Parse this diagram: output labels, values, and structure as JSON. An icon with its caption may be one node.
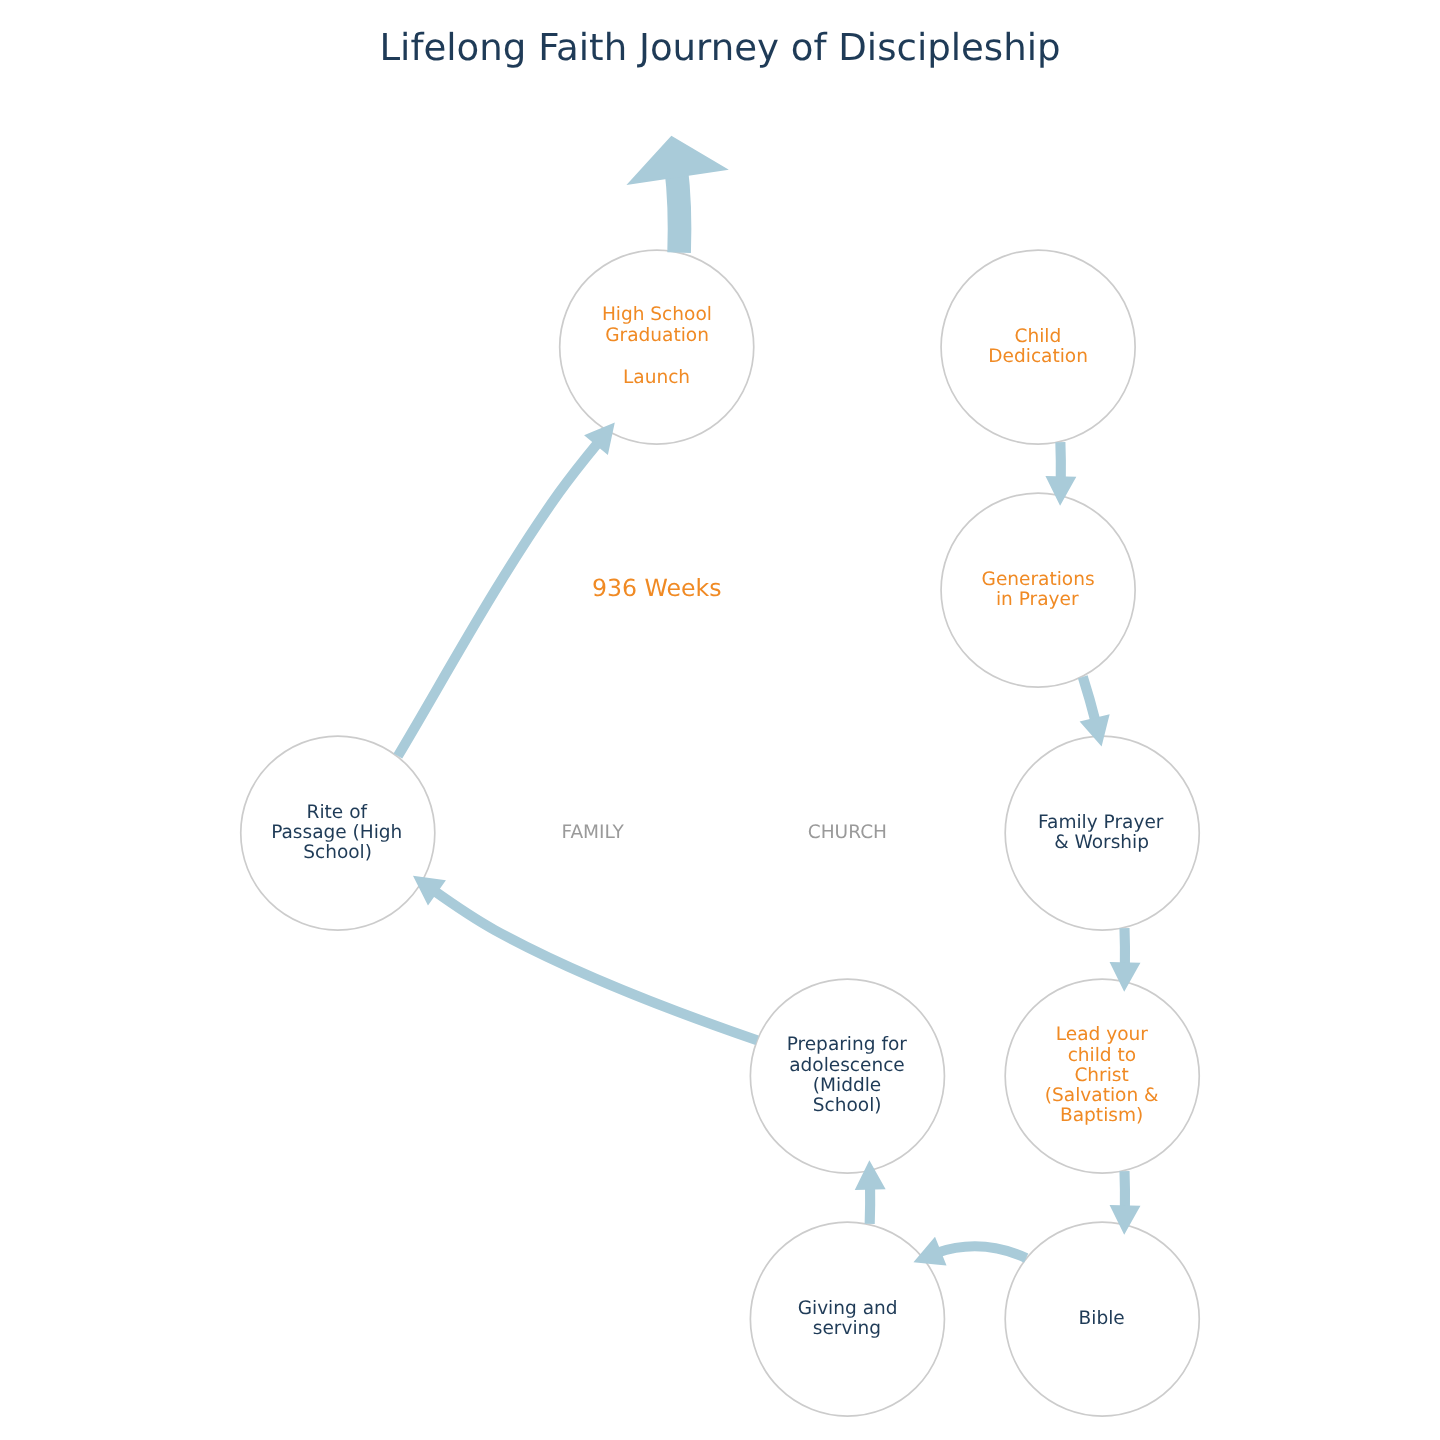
{
  "diagram": {
    "title": "Lifelong Faith Journey of Discipleship",
    "nodes": [
      {
        "text": [
          "Child Dedication"
        ]
      },
      {
        "text": [
          "Generations in Prayer"
        ]
      },
      {
        "text": [
          "Family Prayer & Worship"
        ]
      },
      {
        "text": [
          "Lead your child to Christ (Salvation & Baptism)"
        ]
      },
      {
        "text": [
          "Bible"
        ]
      },
      {
        "text": [
          "Giving and serving"
        ]
      },
      {
        "text": [
          "Preparing for adolescence (Middle School)"
        ]
      },
      {
        "text": [
          "Rite of Passage (High School)"
        ]
      },
      {
        "text": [
          "High School Graduation",
          "Launch"
        ]
      }
    ],
    "edges": [
      {
        "from": 0,
        "to": 1,
        "arrow": "to"
      },
      {
        "from": 1,
        "to": 2,
        "arrow": "to"
      },
      {
        "from": 2,
        "to": 3,
        "arrow": "to"
      },
      {
        "from": 3,
        "to": 4,
        "arrow": "to"
      },
      {
        "from": 4,
        "to": 5,
        "arrow": "to"
      },
      {
        "from": 5,
        "to": 6,
        "arrow": "to"
      },
      {
        "from": 6,
        "to": 7,
        "arrow": "to"
      },
      {
        "from": 7,
        "to": 8,
        "arrow": "to"
      },
      {
        "from": 8,
        "to": null,
        "arrow": "to",
        "style": "thick"
      }
    ],
    "labels": [
      "936 Weeks",
      "FAMILY",
      "CHURCH"
    ]
  }
}
